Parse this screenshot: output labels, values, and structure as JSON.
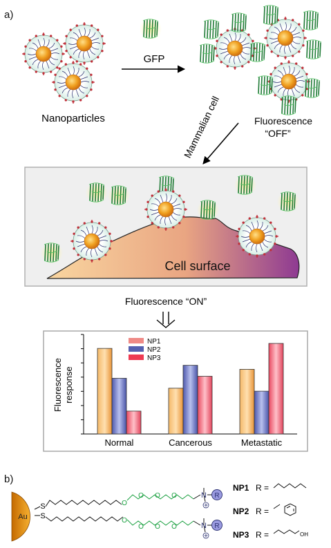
{
  "panel_a": {
    "label": "a)",
    "nanoparticles_label": "Nanoparticles",
    "gfp_label": "GFP",
    "mammalian_cell_label": "Mammalian cell",
    "fluorescence_off_line1": "Fluorescence",
    "fluorescence_off_line2": "“OFF”",
    "cell_surface_label": "Cell surface",
    "fluorescence_on_label": "Fluorescence “ON”"
  },
  "chart_data": {
    "type": "bar",
    "ylabel_line1": "Fluorescence",
    "ylabel_line2": "response",
    "categories": [
      "Normal",
      "Cancerous",
      "Metastatic"
    ],
    "series": [
      {
        "name": "NP1",
        "color": "#f0a050",
        "values": [
          0.86,
          0.46,
          0.65
        ]
      },
      {
        "name": "NP2",
        "color": "#6a74c4",
        "values": [
          0.56,
          0.69,
          0.43
        ]
      },
      {
        "name": "NP3",
        "color": "#ea5c72",
        "values": [
          0.23,
          0.58,
          0.91
        ]
      }
    ],
    "ylim": [
      0,
      1
    ],
    "legend_position": "top-left"
  },
  "panel_b": {
    "label": "b)",
    "au_label": "Au",
    "sulfur_label": "S",
    "oxygen_label": "O",
    "nitrogen_label": "N",
    "r_label": "R",
    "np1_name": "NP1",
    "np2_name": "NP2",
    "np3_name": "NP3",
    "r_equals": "R =",
    "oh_label": "OH"
  },
  "colors": {
    "np_core": "#f0a020",
    "gfp_green": "#2e9e4a",
    "ligand_green": "#20a040",
    "ligand_navy": "#2a3070",
    "cell_left": "#f6c98b",
    "cell_right": "#9b3f9a"
  }
}
